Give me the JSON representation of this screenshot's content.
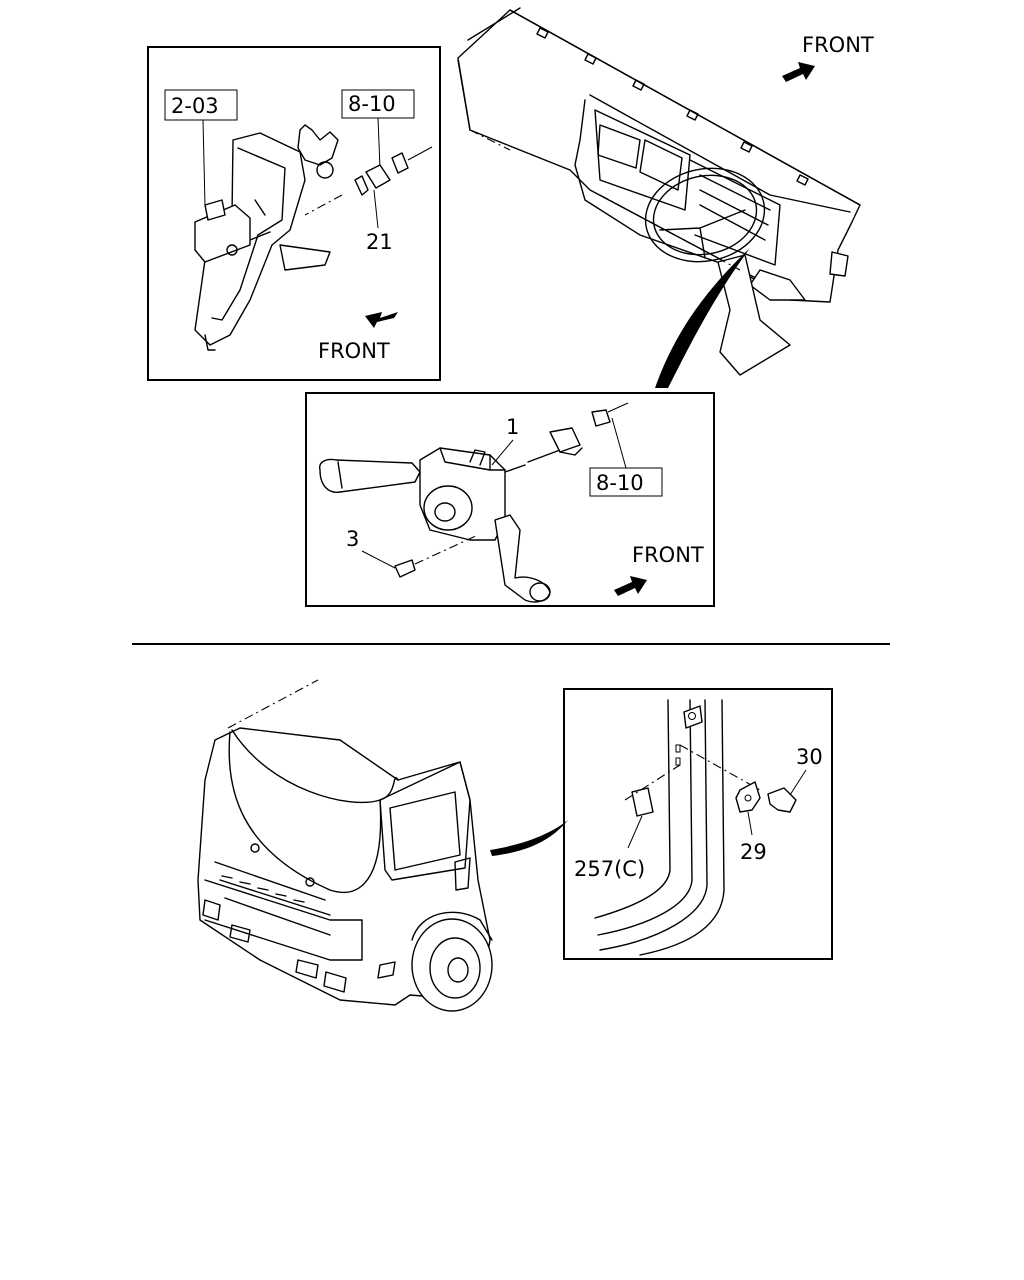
{
  "labels": {
    "ref_203": "2-03",
    "ref_810_top": "8-10",
    "ref_810_mid": "8-10",
    "part_21": "21",
    "part_1": "1",
    "part_3": "3",
    "part_30": "30",
    "part_29": "29",
    "part_257": "257(C)",
    "front_dash": "FRONT",
    "front_pedal": "FRONT",
    "front_switch": "FRONT"
  },
  "colors": {
    "line": "#000000",
    "background": "#ffffff"
  }
}
